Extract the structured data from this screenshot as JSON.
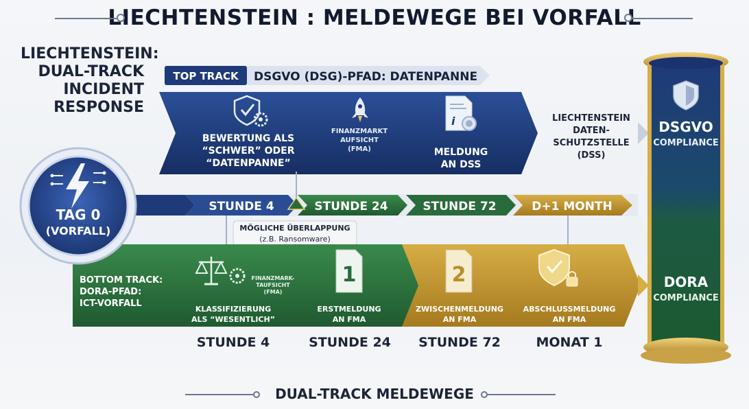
{
  "title": "LIECHTENSTEIN : MELDEWEGE BEI VORFALL",
  "side_title": [
    "LIECHTENSTEIN:",
    "DUAL-TRACK",
    "INCIDENT",
    "RESPONSE"
  ],
  "top_track": {
    "tag": "TOP TRACK",
    "label": "DSGVO (DSG)-PFAD: DATENPANNE",
    "steps": [
      {
        "icon": "shield-gear-icon",
        "lines": [
          "BEWERTUNG ALS",
          "“SCHWER” ODER",
          "“DATENPANNE”"
        ]
      },
      {
        "icon": "rocket-icon",
        "lines": [
          "FINANZMARKT",
          "AUFSICHT",
          "(FMA)"
        ]
      },
      {
        "icon": "certificate-icon",
        "lines": [
          "MELDUNG",
          "AN DSS"
        ]
      }
    ],
    "authority": [
      "LIECHTENSTEIN",
      "DATEN-",
      "SCHUTZSTELLE",
      "(DSS)"
    ]
  },
  "timeline": {
    "start": [
      "TAG 0",
      "(VORFALL)"
    ],
    "points": [
      "STUNDE 4",
      "STUNDE 24",
      "STUNDE 72",
      "D+1 MONTH"
    ],
    "overlap_note": [
      "MÖGLICHE ÜBERLAPPUNG",
      "(z.B. Ransomware)"
    ]
  },
  "bottom_track": {
    "label": [
      "BOTTOM TRACK:",
      "DORA-PFAD:",
      "ICT-VORFALL"
    ],
    "steps": [
      {
        "icon": "scales-gear-icon",
        "lines": [
          "KLASSIFIZIERUNG",
          "ALS “WESENTLICH”"
        ],
        "sub": [
          "FINANZMARK-",
          "TAUFSICHT",
          "(FMA)"
        ]
      },
      {
        "icon": "document-1-icon",
        "number": "1",
        "lines": [
          "ERSTMELDUNG",
          "AN FMA"
        ]
      },
      {
        "icon": "document-2-icon",
        "number": "2",
        "lines": [
          "ZWISCHENMELDUNG",
          "AN FMA"
        ]
      },
      {
        "icon": "shield-lock-icon",
        "lines": [
          "ABSCHLUSSMELDUNG",
          "AN FMA"
        ]
      }
    ],
    "deadlines": [
      "STUNDE 4",
      "STUNDE 24",
      "STUNDE 72",
      "MONAT 1"
    ]
  },
  "compliance": {
    "top": [
      "DSGVO",
      "COMPLIANCE"
    ],
    "bottom": [
      "DORA",
      "COMPLIANCE"
    ]
  },
  "footer": "DUAL-TRACK MELDEWEGE",
  "colors": {
    "navy": "#1f3a78",
    "green": "#2a6b3c",
    "gold": "#b98f2a",
    "title": "#111a2e"
  }
}
